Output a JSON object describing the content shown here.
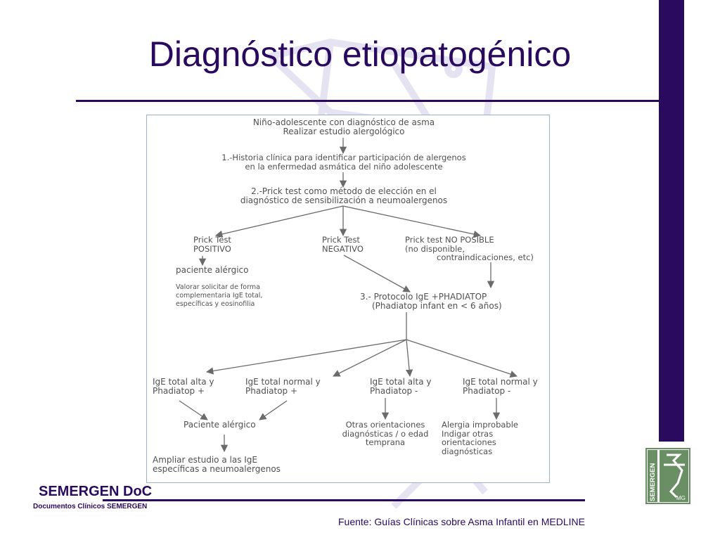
{
  "slide": {
    "title": "Diagnóstico etiopatogénico",
    "source": "Fuente: Guías Clínicas sobre Asma Infantil en MEDLINE"
  },
  "brand": {
    "name": "SEMERGEN DoC",
    "subtitle": "Documentos Clínicos SEMERGEN",
    "seal_text": "SEMERGEN",
    "seal_mark": "MG"
  },
  "colors": {
    "primary": "#2a0a5e",
    "text": "#505050",
    "frame_border": "#9bb2cc",
    "arrow": "#6b6b6b"
  },
  "flowchart": {
    "start": [
      "Niño-adolescente con diagnóstico de asma",
      "Realizar estudio alergológico"
    ],
    "step1": [
      "1.-Historia clínica para identificar participación de alergenos",
      "en la enfermedad asmática del niño adolescente"
    ],
    "step2": [
      "2.-Prick test como método de elección en el",
      "diagnóstico de sensibilización a neumoalergenos"
    ],
    "prick_positive": [
      "Prick Test",
      "POSITIVO"
    ],
    "prick_negative": [
      "Prick Test",
      "NEGATIVO"
    ],
    "prick_not_possible": [
      "Prick test NO POSIBLE",
      "(no disponible,",
      "contraindicaciones, etc)"
    ],
    "allergic_patient": "paciente alérgico",
    "complementary": [
      "Valorar solicitar de forma",
      "complementaria IgE total,",
      "específicas y eosinofilia"
    ],
    "step3": [
      "3.- Protocolo IgE +PHADIATOP",
      "(Phadiatop infant en < 6 años)"
    ],
    "outcome_high_pos": [
      "IgE total alta y",
      "Phadiatop +"
    ],
    "outcome_normal_pos": [
      "IgE total normal y",
      "Phadiatop +"
    ],
    "outcome_high_neg": [
      "IgE total alta y",
      "Phadiatop -"
    ],
    "outcome_normal_neg": [
      "IgE total normal y",
      "Phadiatop -"
    ],
    "result_allergic": "Paciente alérgico",
    "result_other": [
      "Otras orientaciones",
      "diagnósticas / o edad",
      "temprana"
    ],
    "result_unlikely": [
      "Alergia improbable",
      "Indigar otras",
      "orientaciones",
      "diagnósticas"
    ],
    "expand": [
      "Ampliar estudio a las IgE",
      "específicas a neumoalergenos"
    ]
  }
}
